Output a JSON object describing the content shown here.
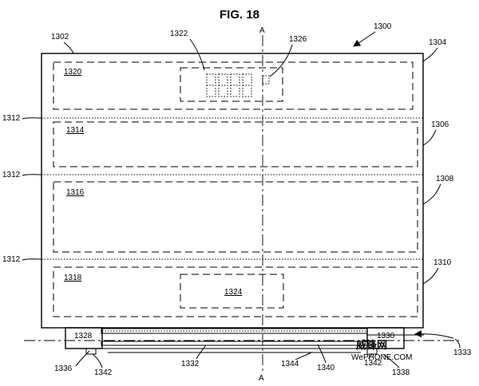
{
  "figure": {
    "title": "FIG. 18",
    "device_ref": "1300",
    "axis_label_top": "A",
    "axis_label_bottom": "A",
    "outer_frame_ref": "1302",
    "regions": [
      {
        "outer_ref": "1304",
        "inner_ref": "1320"
      },
      {
        "outer_ref": "1306",
        "inner_ref": "1314"
      },
      {
        "outer_ref": "1308",
        "inner_ref": "1316"
      },
      {
        "outer_ref": "1310",
        "inner_ref": "1318"
      }
    ],
    "divider_ref": "1312",
    "display_ref": "1322",
    "segment_ref": "1326",
    "window_ref": "1324",
    "bottom_refs": {
      "left_block": "1328",
      "right_block": "1330",
      "rail": "1332",
      "entry": "1333",
      "left_lower": "1336",
      "right_lower": "1338",
      "tab_left": "1342",
      "tab_right": "1342",
      "contact": "1340",
      "strip": "1344"
    }
  },
  "watermark": {
    "text": "威锋网",
    "sub": "WePHONE.COM"
  }
}
